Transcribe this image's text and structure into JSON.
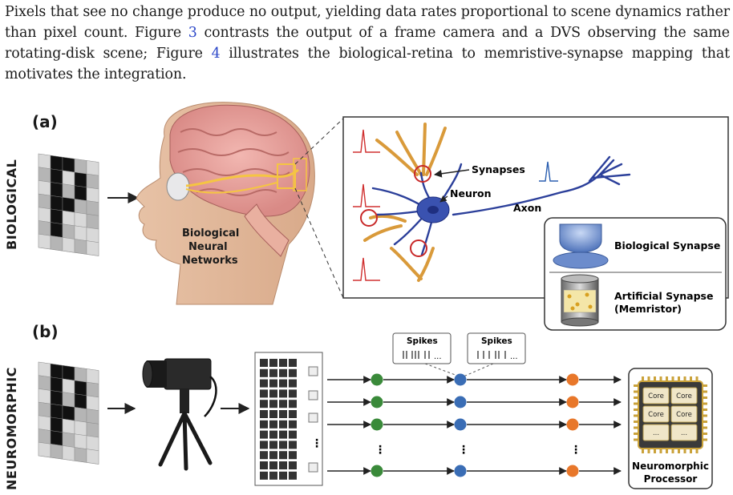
{
  "paragraph": {
    "part1": "Pixels that see no change produce no output, yielding data rates proportional to scene dynamics rather than pixel count. Figure ",
    "ref1": "3",
    "part2": " contrasts the output of a frame camera and a DVS observing the same rotating-disk scene; Figure ",
    "ref2": "4",
    "part3": " illustrates the biological-retina to memristive-synapse mapping that motivates the integration."
  },
  "figure": {
    "panel_a": {
      "label": "(a)",
      "row_label": "BIOLOGICAL",
      "brain_label_line1": "Biological",
      "brain_label_line2": "Neural",
      "brain_label_line3": "Networks",
      "synapses_label": "Synapses",
      "neuron_label": "Neuron",
      "axon_label": "Axon",
      "bio_synapse_label": "Biological Synapse",
      "artificial_synapse_line1": "Artificial Synapse",
      "artificial_synapse_line2": "(Memristor)"
    },
    "panel_b": {
      "label": "(b)",
      "row_label": "NEUROMORPHIC",
      "spikes_label_1": "Spikes",
      "spikes_label_2": "Spikes",
      "core_labels": [
        "Core",
        "Core",
        "Core",
        "Core",
        "...",
        "..."
      ],
      "processor_line1": "Neuromorphic",
      "processor_line2": "Processor"
    },
    "colors": {
      "green_node": "#3a8a3a",
      "blue_node": "#3a6db5",
      "orange_node": "#e8772a",
      "neuron_blue": "#2b3f9a",
      "dendrite_orange": "#d99a3a",
      "spike_red": "#d03030",
      "synapse_circle": "#c82828"
    }
  }
}
